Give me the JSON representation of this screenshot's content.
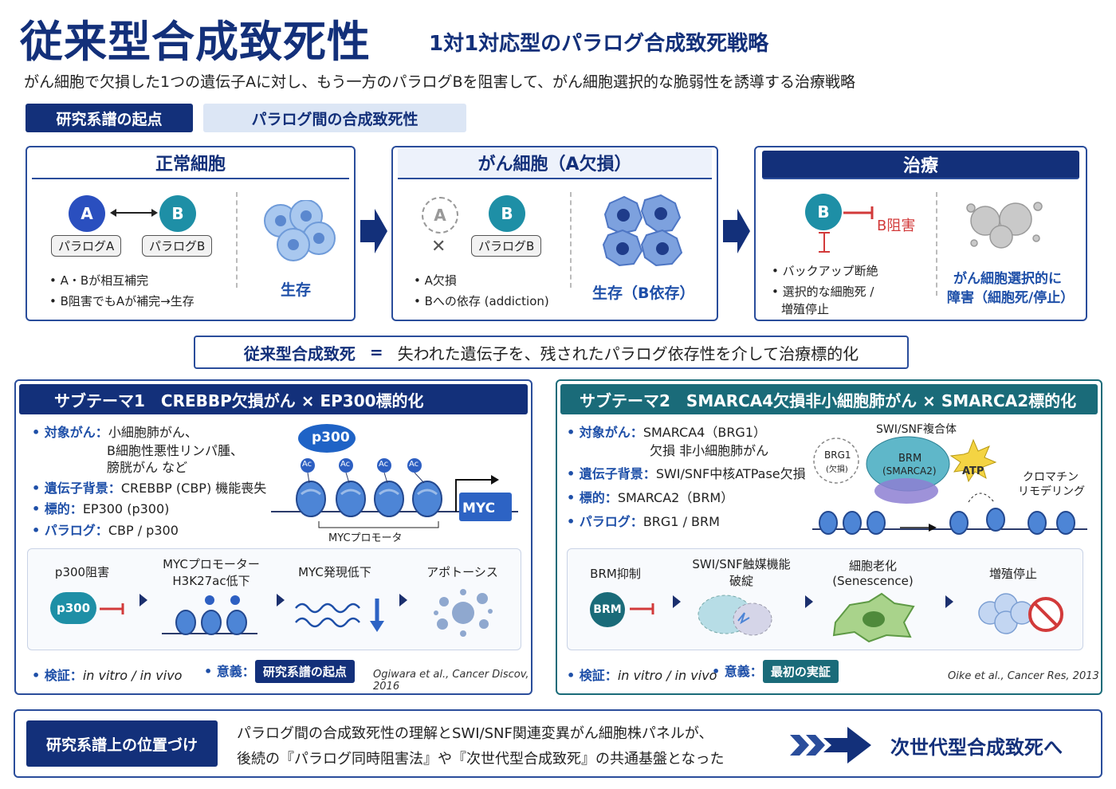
{
  "header": {
    "title": "従来型合成致死性",
    "subtitle": "1対1対応型のパラログ合成致死戦略",
    "description": "がん細胞で欠損した1つの遺伝子Aに対し、もう一方のパラログBを阻害して、がん細胞選択的な脆弱性を誘導する治療戦略"
  },
  "tags": {
    "origin": "研究系譜の起点",
    "paralog": "パラログ間の合成致死性"
  },
  "normal": {
    "title": "正常細胞",
    "a": "A",
    "b": "B",
    "pill_a": "パラログA",
    "pill_b": "パラログB",
    "bullet1": "• A・Bが相互補完",
    "bullet2": "• B阻害でもAが補完→生存",
    "result": "生存"
  },
  "cancer": {
    "title": "がん細胞（A欠損）",
    "a": "A",
    "b": "B",
    "x": "✕",
    "pill_b": "パラログB",
    "bullet1": "• A欠損",
    "bullet2": "• Bへの依存 (addiction)",
    "result": "生存（B依存）"
  },
  "treatment": {
    "title": "治療",
    "b": "B",
    "inhibit": "B阻害",
    "bullet1": "• バックアップ断絶",
    "bullet2": "• 選択的な細胞死 /",
    "bullet3": "増殖停止",
    "result1": "がん細胞選択的に",
    "result2": "障害（細胞死/停止）"
  },
  "equation": {
    "lhs": "従来型合成致死",
    "eq": "=",
    "rhs": "失われた遺伝子を、残されたパラログ依存性を介して治療標的化"
  },
  "theme1": {
    "header": "サブテーマ1　CREBBP欠損がん × EP300標的化",
    "target_k": "• 対象がん：",
    "target_v1": "小細胞肺がん、",
    "target_v2": "B細胞性悪性リンパ腫、",
    "target_v3": "膀胱がん など",
    "bg_k": "• 遺伝子背景：",
    "bg_v": "CREBBP (CBP) 機能喪失",
    "tgt_k": "• 標的：",
    "tgt_v": "EP300 (p300)",
    "par_k": "• パラログ：",
    "par_v": "CBP / p300",
    "p300": "p300",
    "ac": "Ac",
    "myc": "MYC",
    "promoter": "MYCプロモータ",
    "steps": [
      "p300阻害",
      "MYCプロモーター H3K27ac低下",
      "MYC発現低下",
      "アポトーシス"
    ],
    "step_p300": "p300",
    "verify_k": "• 検証：",
    "verify_v": "in vitro / in vivo",
    "meaning_k": "• 意義：",
    "meaning_v": "研究系譜の起点",
    "cite": "Ogiwara et al., Cancer Discov, 2016"
  },
  "theme2": {
    "header": "サブテーマ2　SMARCA4欠損非小細胞肺がん × SMARCA2標的化",
    "target_k": "• 対象がん：",
    "target_v1": "SMARCA4（BRG1）",
    "target_v2": "欠損 非小細胞肺がん",
    "bg_k": "• 遺伝子背景：",
    "bg_v": "SWI/SNF中核ATPase欠損",
    "tgt_k": "• 標的：",
    "tgt_v": "SMARCA2（BRM）",
    "par_k": "• パラログ：",
    "par_v": "BRG1 / BRM",
    "complex": "SWI/SNF複合体",
    "brg1": "BRG1",
    "brg1_sub": "(欠損)",
    "brm": "BRM",
    "brm_sub": "(SMARCA2)",
    "atp": "ATP",
    "chromatin1": "クロマチン",
    "chromatin2": "リモデリング",
    "steps": [
      "BRM抑制",
      "SWI/SNF触媒機能 破綻",
      "細胞老化 (Senescence)",
      "増殖停止"
    ],
    "step_brm": "BRM",
    "verify_k": "• 検証：",
    "verify_v": "in vitro / in vivo",
    "meaning_k": "• 意義：",
    "meaning_v": "最初の実証",
    "cite": "Oike et al., Cancer Res, 2013"
  },
  "bottom": {
    "tag": "研究系譜上の位置づけ",
    "line1": "パラログ間の合成致死性の理解とSWI/SNF関連変異がん細胞株パネルが、",
    "line2": "後続の『パラログ同時阻害法』や『次世代型合成致死』の共通基盤となった",
    "next": "次世代型合成致死へ"
  },
  "colors": {
    "navy": "#13307a",
    "teal": "#1a6b79",
    "red": "#d23a3a"
  }
}
